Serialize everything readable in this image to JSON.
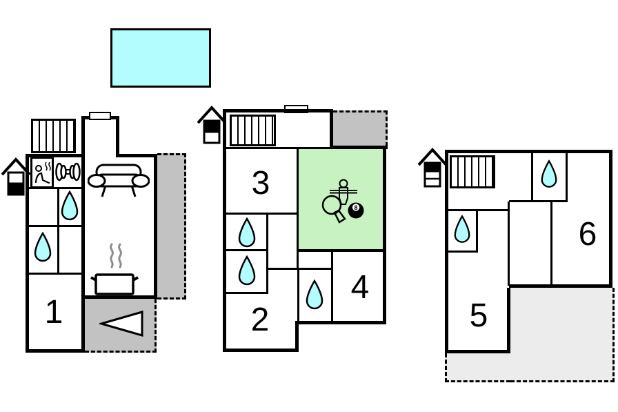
{
  "colors": {
    "pool": "#b3fdff",
    "drop": "#b3fdff",
    "game_room": "#c8f2c2",
    "terrace_dark": "#c2c2c2",
    "terrace_light": "#ececec",
    "wall": "#000000"
  },
  "pool": {
    "type": "swimming-pool"
  },
  "plans": [
    {
      "id": "ground-floor",
      "floor_icon": "house-ground-floor-highlighted",
      "rooms": [
        {
          "number": "1"
        }
      ],
      "features": [
        "radiator",
        "sauna",
        "fitness-dumbbell",
        "lounge-sofa",
        "shower",
        "shower",
        "kitchen-stove",
        "stairs-arrow",
        "terrace",
        "bay-window"
      ]
    },
    {
      "id": "first-floor",
      "floor_icon": "house-top-floor-highlighted",
      "rooms": [
        {
          "number": "3"
        },
        {
          "number": "2"
        },
        {
          "number": "4"
        }
      ],
      "eight_ball_label": "8",
      "features": [
        "radiator",
        "game-room",
        "table-tennis",
        "billiards",
        "foosball",
        "shower",
        "shower",
        "shower",
        "terrace",
        "window"
      ]
    },
    {
      "id": "top-floor",
      "floor_icon": "house-third-level-highlighted",
      "rooms": [
        {
          "number": "5"
        },
        {
          "number": "6"
        }
      ],
      "features": [
        "radiator",
        "shower",
        "shower",
        "terrace"
      ]
    }
  ]
}
